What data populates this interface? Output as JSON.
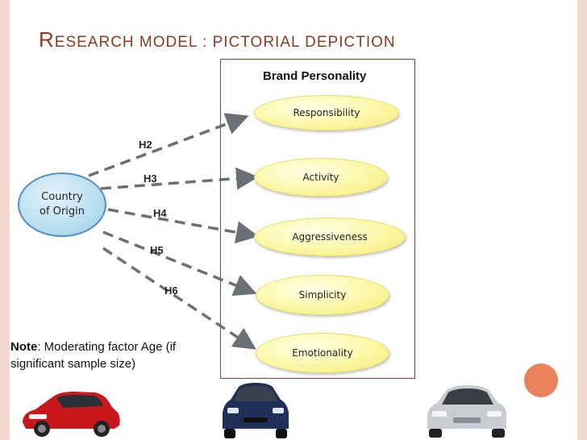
{
  "slide": {
    "title_first_big": "R",
    "title_first_small": "ESEARCH MODEL : PICTORIAL DEPICTION",
    "group_title": "Brand Personality",
    "source_node": "Country\nof Origin",
    "source_node_line1": "Country",
    "source_node_line2": "of Origin",
    "traits": [
      "Responsibility",
      "Activity",
      "Aggressiveness",
      "Simplicity",
      "Emotionality"
    ],
    "hypotheses": [
      "H2",
      "H3",
      "H4",
      "H5",
      "H6"
    ],
    "note_label": "Note",
    "note_text": ": Moderating factor Age (if significant sample size)"
  },
  "colors": {
    "title": "#8c3a1f",
    "box_border": "#9b3a2a",
    "ellipse_fill": "#fcf7a6",
    "origin_fill": "#b9def0",
    "origin_border": "#4f8fc4",
    "arrow": "#6b6f76",
    "side_frame": "#f2d9cf",
    "accent_circle": "#e9835e"
  },
  "images": [
    "red-hatchback-car",
    "dark-blue-hatchback-car",
    "silver-hatchback-car"
  ]
}
